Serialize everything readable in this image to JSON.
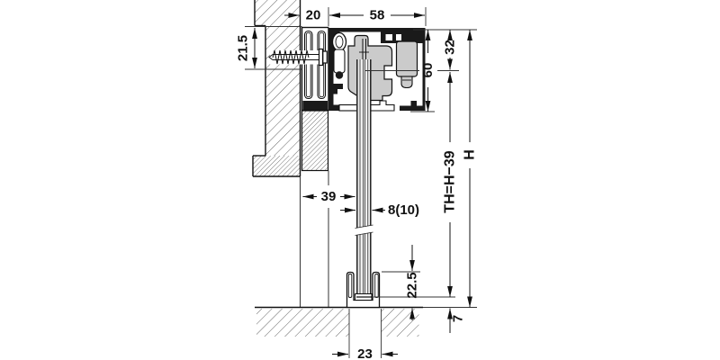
{
  "diagram": {
    "kind": "sliding-door-track-cross-section",
    "dimensions": {
      "profile_width": "20",
      "track_width": "58",
      "fixing_offset": "21.5",
      "track_top_to_door_top": "32",
      "track_height": "60",
      "wall_to_glass": "39",
      "glass_thickness": "8(10)",
      "door_height": "TH=H−39",
      "total_height": "H",
      "floor_guide_height": "22.5",
      "floor_clearance": "7",
      "floor_recess_width": "23"
    },
    "colors": {
      "line": "#1a1a1a",
      "mechanism_fill": "#cbcbcb",
      "hatch": "#555555",
      "background": "#ffffff"
    }
  }
}
